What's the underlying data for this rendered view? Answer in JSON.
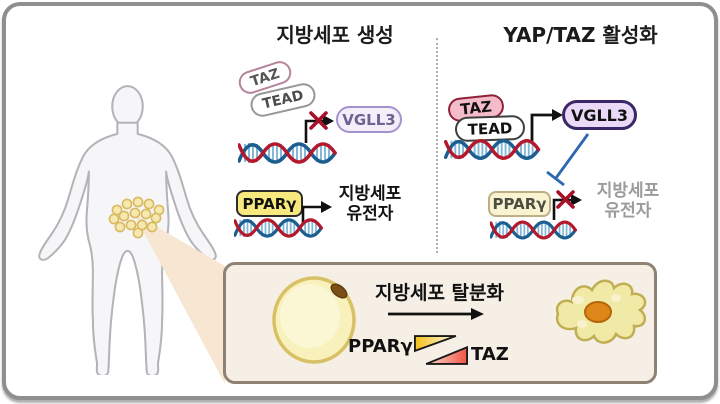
{
  "panel_left": {
    "title": "지방세포 생성",
    "taz": "TAZ",
    "tead": "TEAD",
    "vgll3": "VGLL3",
    "pparg": "PPARγ",
    "gene_label_line1": "지방세포",
    "gene_label_line2": "유전자"
  },
  "panel_right": {
    "title": "YAP/TAZ 활성화",
    "taz": "TAZ",
    "tead": "TEAD",
    "vgll3": "VGLL3",
    "pparg": "PPARγ",
    "gene_label_line1": "지방세포",
    "gene_label_line2": "유전자"
  },
  "bottom_box": {
    "title": "지방세포 탈분화",
    "pparg_label": "PPARγ",
    "taz_label": "TAZ"
  },
  "colors": {
    "taz_active_fill": "#f4bcca",
    "taz_border": "#8e2138",
    "vgll3_active_fill": "#ead9f7",
    "vgll3_active_border": "#3a2766",
    "pparg_active_fill": "#f8e97f",
    "pparg_inactive_fill": "#faf3d2",
    "dna_red": "#b5182b",
    "dna_blue": "#1b5e8f",
    "red_x": "#a8102a",
    "inhibition_blue": "#2d68b0",
    "box_fill": "#f6efe5",
    "box_border": "#8f8273"
  }
}
